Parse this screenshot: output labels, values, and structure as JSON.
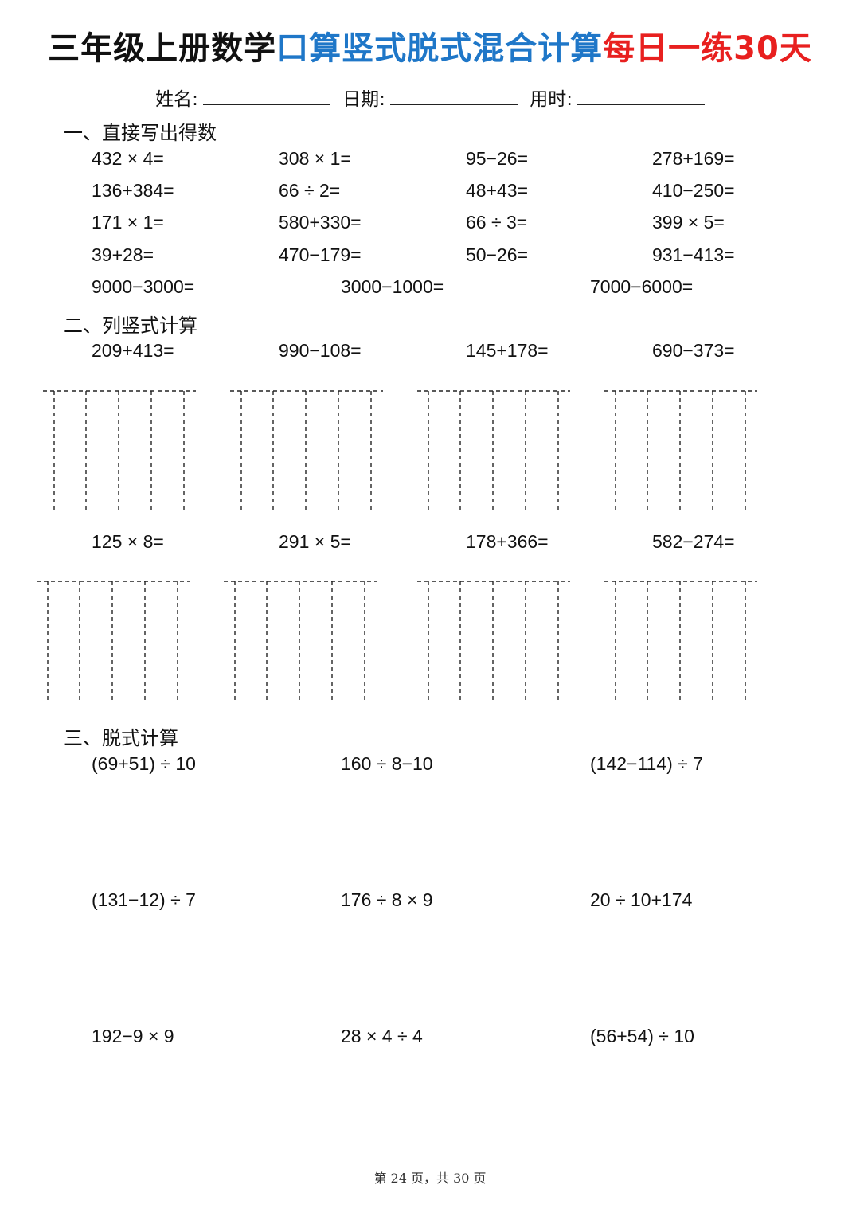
{
  "title": {
    "part1": "三年级上册数学",
    "part2": "口算竖式脱式混合计算",
    "part3": "每日一练30天"
  },
  "info": {
    "name_label": "姓名:",
    "date_label": "日期:",
    "time_label": "用时:"
  },
  "section1": {
    "heading": "一、直接写出得数",
    "rows": [
      [
        "432 × 4=",
        "308 × 1=",
        "95−26=",
        "278+169="
      ],
      [
        "136+384=",
        "66 ÷ 2=",
        "48+43=",
        "410−250="
      ],
      [
        "171 × 1=",
        "580+330=",
        "66 ÷ 3=",
        "399 × 5="
      ],
      [
        "39+28=",
        "470−179=",
        "50−26=",
        "931−413="
      ]
    ],
    "last_row": [
      "9000−3000=",
      "3000−1000=",
      "7000−6000="
    ]
  },
  "section2": {
    "heading": "二、列竖式计算",
    "row1": [
      "209+413=",
      "990−108=",
      "145+178=",
      "690−373="
    ],
    "row2": [
      "125 × 8=",
      "291 × 5=",
      "178+366=",
      "582−274="
    ]
  },
  "section3": {
    "heading": "三、脱式计算",
    "rows": [
      [
        "(69+51) ÷ 10",
        "160 ÷ 8−10",
        "(142−114) ÷ 7"
      ],
      [
        "(131−12) ÷ 7",
        "176 ÷ 8 × 9",
        "20 ÷ 10+174"
      ],
      [
        "192−9 × 9",
        "28 × 4 ÷ 4",
        "(56+54) ÷ 10"
      ]
    ]
  },
  "footer": "第 24 页，共 30 页"
}
